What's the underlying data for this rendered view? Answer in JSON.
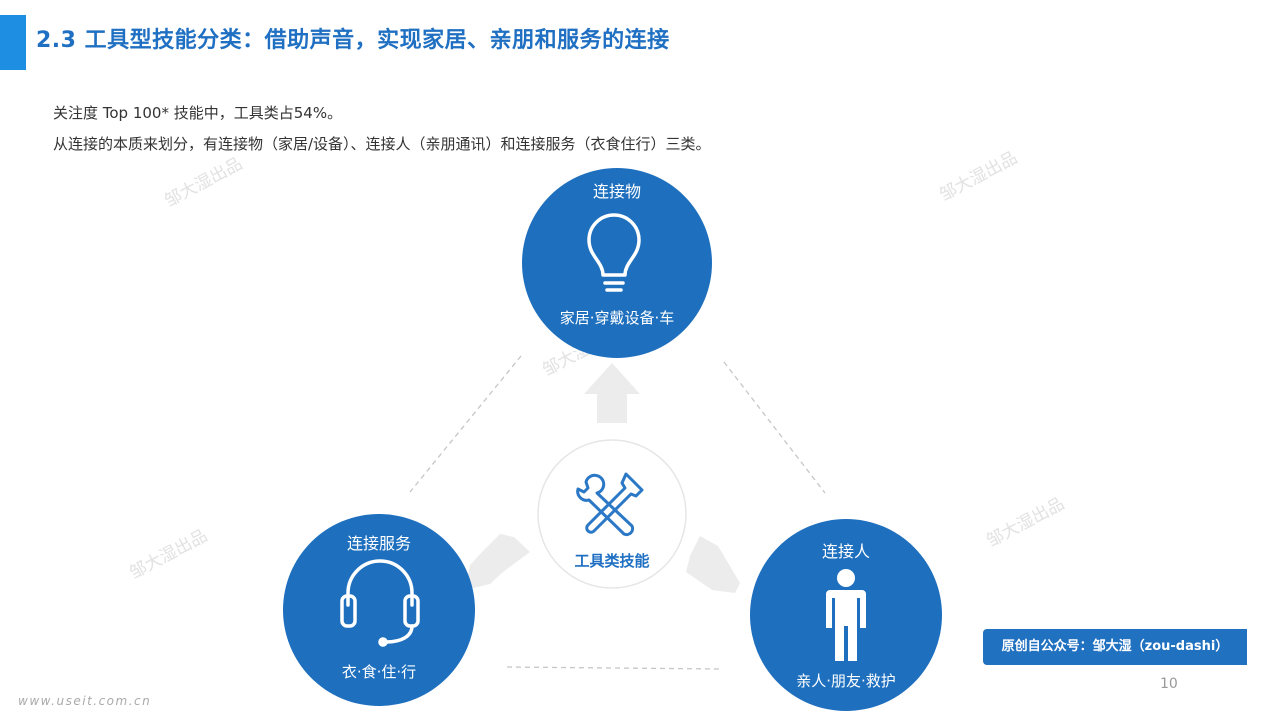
{
  "header": {
    "title": "2.3 工具型技能分类：借助声音，实现家居、亲朋和服务的连接",
    "accent_color": "#1e8ee2"
  },
  "intro": {
    "line1": "关注度 Top 100* 技能中，工具类占54%。",
    "line2": "从连接的本质来划分，有连接物（家居/设备）、连接人（亲朋通讯）和连接服务（衣食住行）三类。"
  },
  "diagram": {
    "center": {
      "label": "工具类技能",
      "icon": "tools-icon"
    },
    "nodes": [
      {
        "id": "things",
        "title": "连接物",
        "subtitle": "家居·穿戴设备·车",
        "icon": "lightbulb-icon"
      },
      {
        "id": "services",
        "title": "连接服务",
        "subtitle": "衣·食·住·行",
        "icon": "headset-icon"
      },
      {
        "id": "people",
        "title": "连接人",
        "subtitle": "亲人·朋友·救护",
        "icon": "person-icon"
      }
    ],
    "circle_color": "#1e6fbe",
    "icon_color": "#2a78c6"
  },
  "watermarks": [
    "邹大湿出品",
    "邹大湿出品",
    "邹大湿出品",
    "邹大湿出品",
    "邹大湿出品"
  ],
  "footer": {
    "source": "原创自公众号：邹大湿（zou-dashi）",
    "page_number": "10",
    "site": "www.useit.com.cn"
  }
}
